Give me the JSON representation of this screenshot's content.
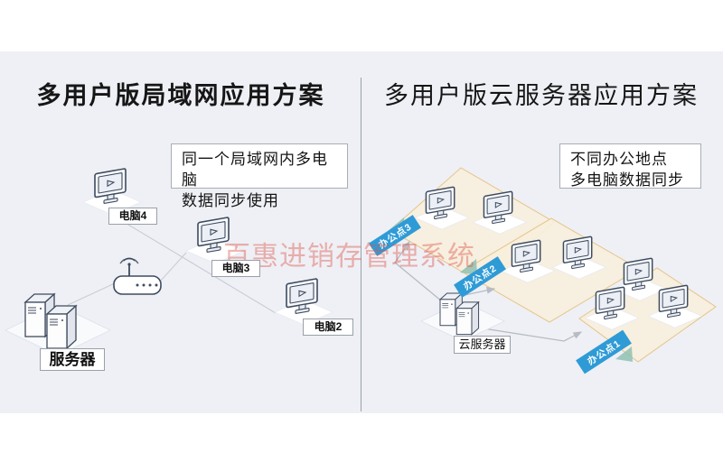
{
  "left": {
    "title": "多用户版局域网应用方案",
    "note_line1": "同一个局域网内多电脑",
    "note_line2": "数据同步使用",
    "labels": {
      "pc4": "电脑4",
      "pc3": "电脑3",
      "pc2": "电脑2",
      "server": "服务器"
    }
  },
  "right": {
    "title": "多用户版云服务器应用方案",
    "note_line1": "不同办公地点",
    "note_line2": "多电脑数据同步",
    "labels": {
      "cloud_server": "云服务器",
      "office3": "办公点3",
      "office2": "办公点2",
      "office1": "办公点1"
    }
  },
  "watermark": "百惠进销存管理系统",
  "icons": {
    "computer": "computer-monitor-icon",
    "router": "wifi-router-icon",
    "server": "server-towers-icon",
    "arrow": "connection-arrow"
  },
  "colors": {
    "background_band": "#eef0f5",
    "zone_fill": "#f7efdc",
    "zone_border": "#e5c488",
    "ribbon_blue": "#2f9bd6",
    "teal_accent": "#8fc1b2",
    "watermark_red": "#dd5246",
    "icon_outline": "#3e4b5f",
    "line_gray": "#c9cdd5"
  }
}
